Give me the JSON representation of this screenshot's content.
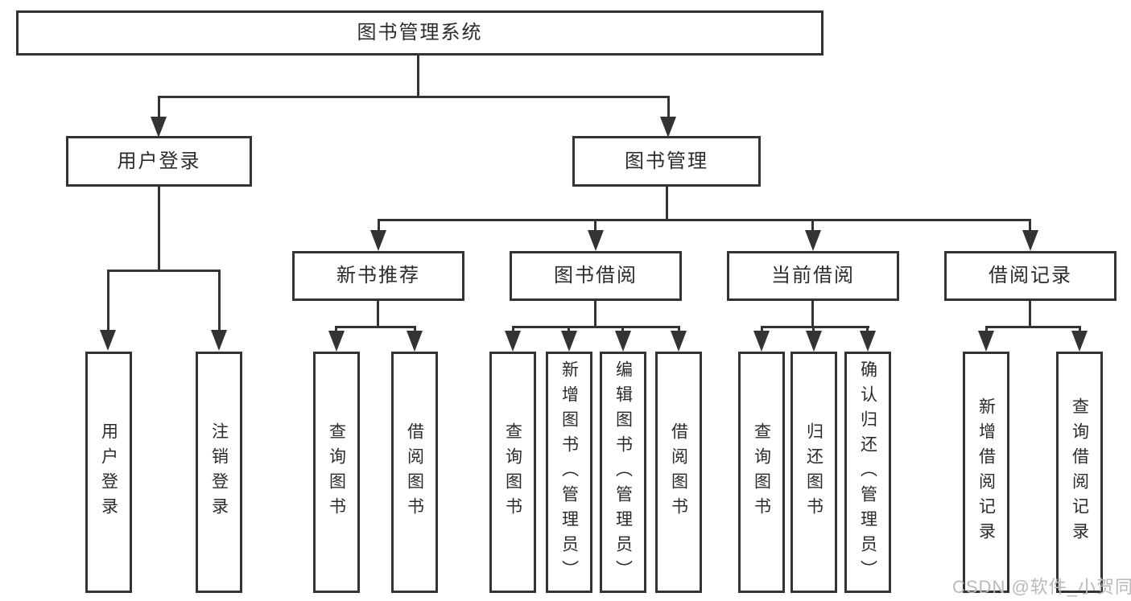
{
  "watermark": "CSDN @软件_小贺同学",
  "colors": {
    "line": "#333333",
    "box_border": "#333333",
    "text": "#2b2b2b",
    "watermark": "#b9b9b9",
    "background": "#ffffff"
  },
  "tree": {
    "label": "图书管理系统",
    "children": [
      {
        "label": "用户登录",
        "children": [
          {
            "label": "用户登录"
          },
          {
            "label": "注销登录"
          }
        ]
      },
      {
        "label": "图书管理",
        "children": [
          {
            "label": "新书推荐",
            "children": [
              {
                "label": "查询图书"
              },
              {
                "label": "借阅图书"
              }
            ]
          },
          {
            "label": "图书借阅",
            "children": [
              {
                "label": "查询图书"
              },
              {
                "label": "新增图书（管理员）"
              },
              {
                "label": "编辑图书（管理员）"
              },
              {
                "label": "借阅图书"
              }
            ]
          },
          {
            "label": "当前借阅",
            "children": [
              {
                "label": "查询图书"
              },
              {
                "label": "归还图书"
              },
              {
                "label": "确认归还（管理员）"
              }
            ]
          },
          {
            "label": "借阅记录",
            "children": [
              {
                "label": "新增借阅记录"
              },
              {
                "label": "查询借阅记录"
              }
            ]
          }
        ]
      }
    ]
  }
}
